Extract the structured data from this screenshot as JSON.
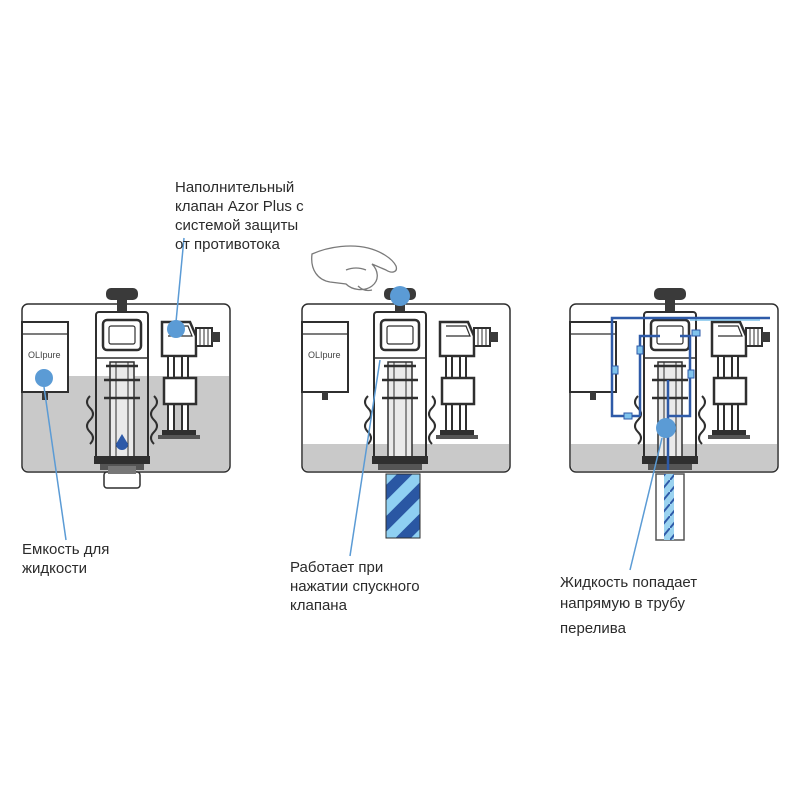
{
  "labels": {
    "fill_valve": [
      "Наполнительный",
      "клапан Azor Plus с",
      "системой защиты",
      "от противотока"
    ],
    "container": [
      "Емкость для",
      "жидкости"
    ],
    "flush_valve": [
      "Работает при",
      "нажатии спускного",
      "клапана"
    ],
    "overflow": [
      "Жидкость попадает",
      "напрямую в трубу",
      "перелива"
    ]
  },
  "brand": "OLIpure",
  "colors": {
    "water": "#c9c9c9",
    "outline": "#2f2f2f",
    "marker": "#5b9bd5",
    "flow": "#2e5aa8",
    "flow_light": "#7fc3ec",
    "stripe_dark": "#2a57a3",
    "stripe_light": "#8fd0f2"
  }
}
